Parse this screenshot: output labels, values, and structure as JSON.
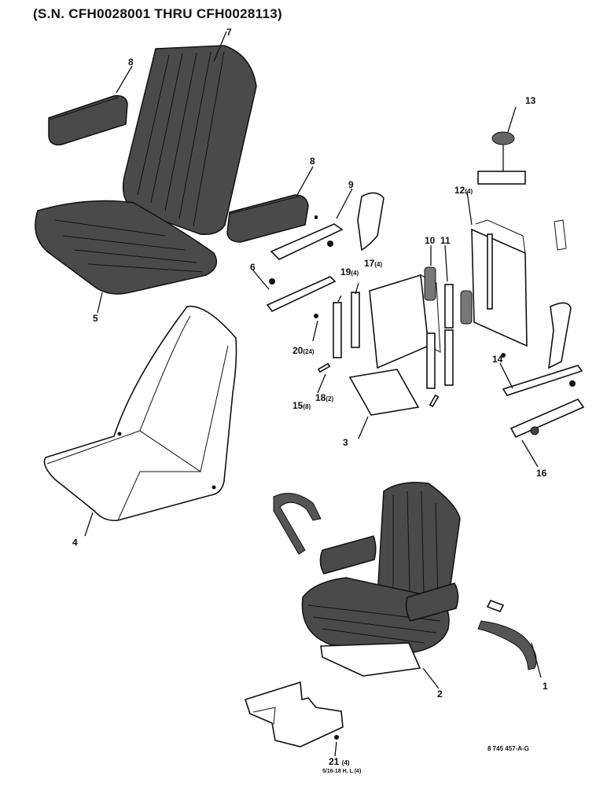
{
  "title": "(S.N. CFH0028001 THRU CFH0028113)",
  "figure_number": "8 745 457-A-G",
  "parts": [
    {
      "id": "p1",
      "num": "1",
      "qty": ""
    },
    {
      "id": "p2",
      "num": "2",
      "qty": ""
    },
    {
      "id": "p3",
      "num": "3",
      "qty": ""
    },
    {
      "id": "p4",
      "num": "4",
      "qty": ""
    },
    {
      "id": "p5",
      "num": "5",
      "qty": ""
    },
    {
      "id": "p6",
      "num": "6",
      "qty": ""
    },
    {
      "id": "p7",
      "num": "7",
      "qty": ""
    },
    {
      "id": "p8a",
      "num": "8",
      "qty": ""
    },
    {
      "id": "p8b",
      "num": "8",
      "qty": ""
    },
    {
      "id": "p9",
      "num": "9",
      "qty": ""
    },
    {
      "id": "p10",
      "num": "10",
      "qty": ""
    },
    {
      "id": "p11",
      "num": "11",
      "qty": ""
    },
    {
      "id": "p12",
      "num": "12",
      "qty": "(4)"
    },
    {
      "id": "p13",
      "num": "13",
      "qty": ""
    },
    {
      "id": "p14",
      "num": "14",
      "qty": ""
    },
    {
      "id": "p15",
      "num": "15",
      "qty": "(8)"
    },
    {
      "id": "p16",
      "num": "16",
      "qty": ""
    },
    {
      "id": "p17",
      "num": "17",
      "qty": "(4)"
    },
    {
      "id": "p18",
      "num": "18",
      "qty": "(2)"
    },
    {
      "id": "p19",
      "num": "19",
      "qty": "(4)"
    },
    {
      "id": "p20",
      "num": "20",
      "qty": "(24)"
    },
    {
      "id": "p21",
      "num": "21",
      "qty": "(4)"
    }
  ],
  "hardware_note": "5/16-18 H, L (4)"
}
